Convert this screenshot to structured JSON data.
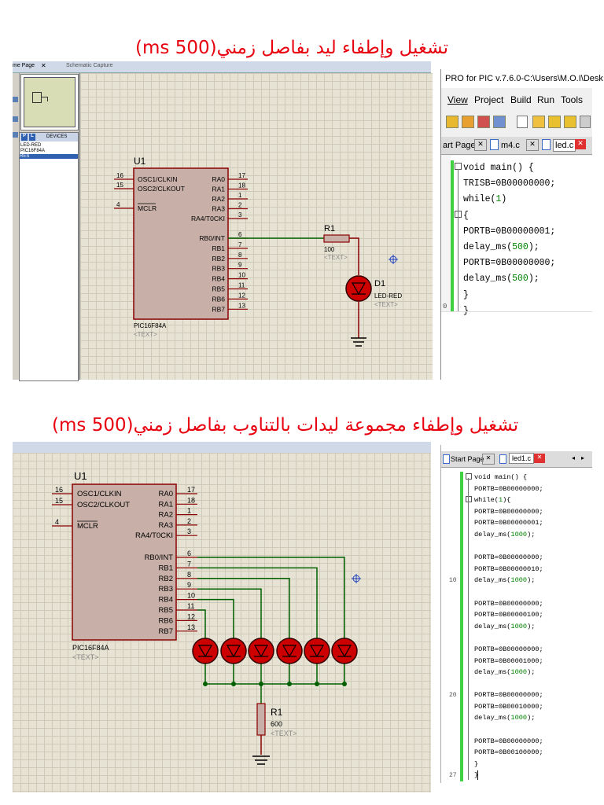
{
  "section1": {
    "title": "تشغيل وإطفاء ليد بفاصل زمني(500 ms)",
    "isis_tabs": [
      "me Page",
      "Schematic Capture"
    ],
    "devices_header": "DEVICES",
    "device_p": "P",
    "device_l": "L",
    "devices": [
      "LED-RED",
      "PIC16F84A",
      "RES"
    ],
    "chip": {
      "ref": "U1",
      "part": "PIC16F84A",
      "text": "<TEXT>"
    },
    "left_pins": [
      {
        "num": "16",
        "name": "OSC1/CLKIN"
      },
      {
        "num": "15",
        "name": "OSC2/CLKOUT"
      },
      {
        "num": "4",
        "name": "MCLR"
      }
    ],
    "right_pins": [
      {
        "num": "17",
        "name": "RA0"
      },
      {
        "num": "18",
        "name": "RA1"
      },
      {
        "num": "1",
        "name": "RA2"
      },
      {
        "num": "2",
        "name": "RA3"
      },
      {
        "num": "3",
        "name": "RA4/T0CKI"
      },
      {
        "num": "6",
        "name": "RB0/INT"
      },
      {
        "num": "7",
        "name": "RB1"
      },
      {
        "num": "8",
        "name": "RB2"
      },
      {
        "num": "9",
        "name": "RB3"
      },
      {
        "num": "10",
        "name": "RB4"
      },
      {
        "num": "11",
        "name": "RB5"
      },
      {
        "num": "12",
        "name": "RB6"
      },
      {
        "num": "13",
        "name": "RB7"
      }
    ],
    "resistor": {
      "ref": "R1",
      "value": "100",
      "text": "<TEXT>"
    },
    "led": {
      "ref": "D1",
      "part": "LED-RED",
      "text": "<TEXT>"
    },
    "ide_title": "PRO for PIC v.7.6.0-C:\\Users\\M.O.I\\Desk",
    "menu": [
      "View",
      "Project",
      "Build",
      "Run",
      "Tools"
    ],
    "tabs": [
      "art Page",
      "m4.c",
      "led.c"
    ],
    "code": [
      "void main() {",
      "TRISB=0B00000000;",
      "while(1)",
      "{",
      "PORTB=0B00000001;",
      "delay_ms(500);",
      "PORTB=0B00000000;",
      "delay_ms(500);",
      "}",
      "}"
    ],
    "gutter_label": "0"
  },
  "section2": {
    "title": "تشغيل وإطفاء  مجموعة ليدات بالتناوب بفاصل زمني(500 ms)",
    "chip": {
      "ref": "U1",
      "part": "PIC16F84A",
      "text": "<TEXT>"
    },
    "resistor": {
      "ref": "R1",
      "value": "600",
      "text": "<TEXT>"
    },
    "tabs": [
      "Start Page",
      "led1.c"
    ],
    "code": [
      "void main() {",
      "PORTB=0B00000000;",
      "while(1){",
      "PORTB=0B00000000;",
      "PORTB=0B00000001;",
      "delay_ms(1000);",
      "",
      "PORTB=0B00000000;",
      "PORTB=0B00000010;",
      "delay_ms(1000);",
      "",
      "PORTB=0B00000000;",
      "PORTB=0B00000100;",
      "delay_ms(1000);",
      "",
      "PORTB=0B00000000;",
      "PORTB=0B00001000;",
      "delay_ms(1000);",
      "",
      "PORTB=0B00000000;",
      "PORTB=0B00010000;",
      "delay_ms(1000);",
      "",
      "PORTB=0B00000000;",
      "PORTB=0B00100000;",
      "}",
      "}"
    ],
    "line_numbers": {
      "10": "10",
      "20": "20",
      "27": "27"
    }
  }
}
